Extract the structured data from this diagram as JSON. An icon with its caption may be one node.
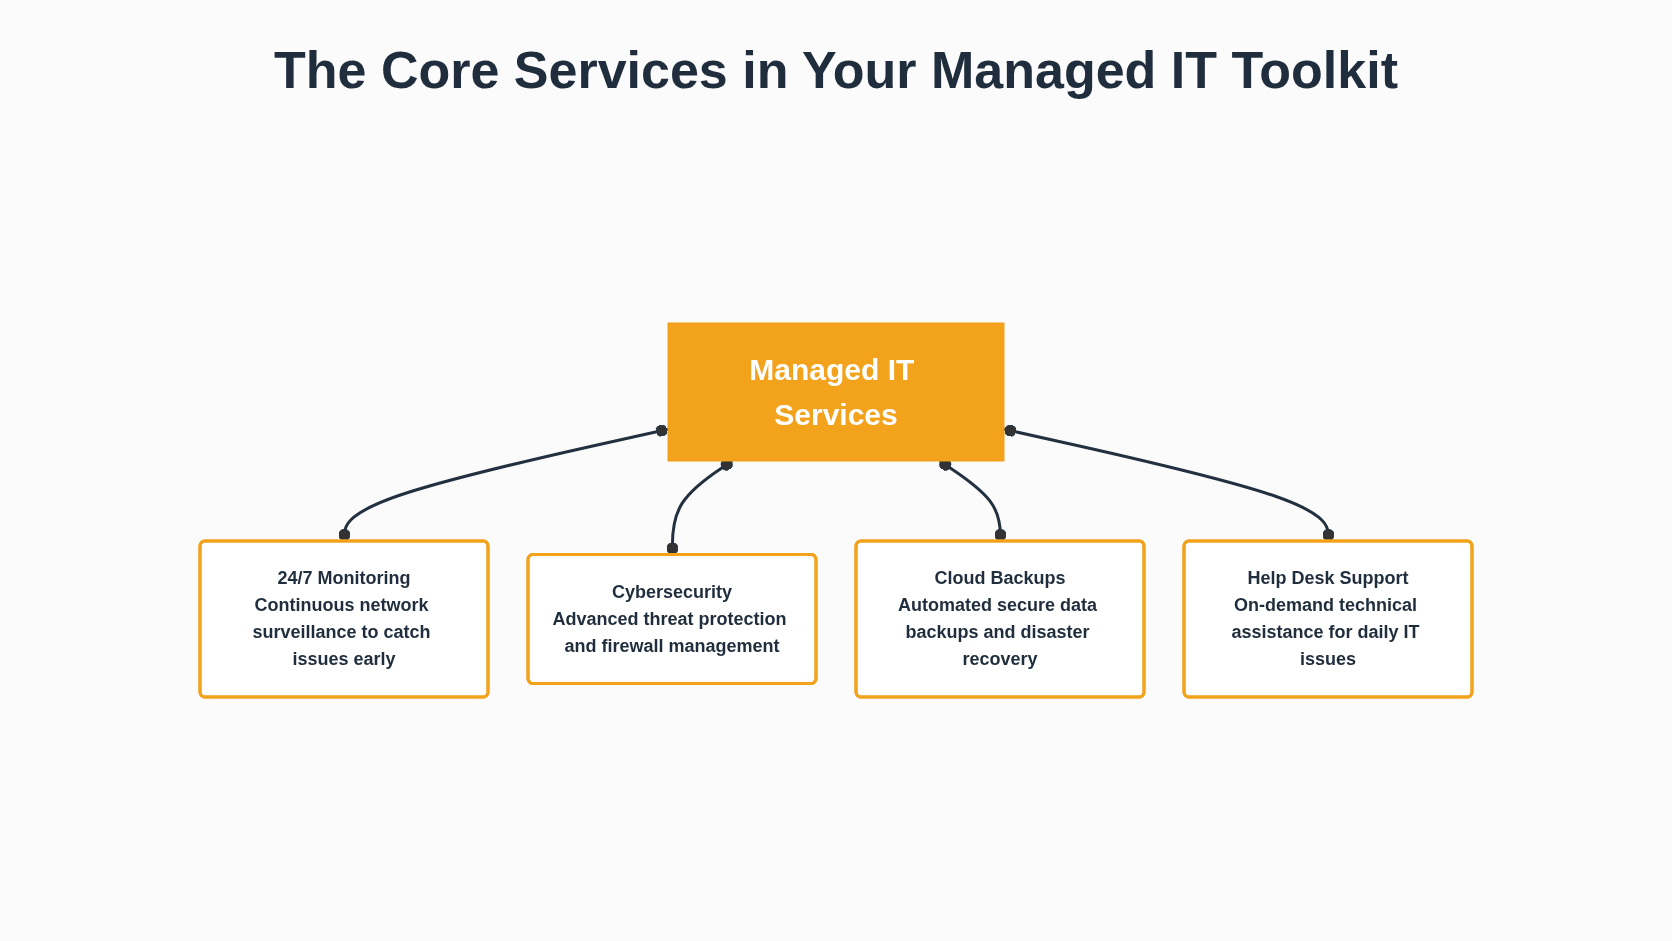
{
  "diagram": {
    "title": "The Core Services in Your Managed IT Toolkit",
    "nodes": [
      {
        "text": [
          "Managed IT Services"
        ]
      },
      {
        "text": [
          "24/7 Monitoring",
          "Continuous network surveillance to catch issues early"
        ]
      },
      {
        "text": [
          "Cybersecurity",
          "Advanced threat protection and firewall management"
        ]
      },
      {
        "text": [
          "Cloud Backups",
          "Automated secure data backups and disaster recovery"
        ]
      },
      {
        "text": [
          "Help Desk Support",
          "On-demand technical assistance for daily IT issues"
        ]
      }
    ],
    "edges": [
      {
        "from": 0,
        "to": 1,
        "arrow": "other"
      },
      {
        "from": 0,
        "to": 2,
        "arrow": "other"
      },
      {
        "from": 0,
        "to": 3,
        "arrow": "other"
      },
      {
        "from": 0,
        "to": 4,
        "arrow": "other"
      }
    ]
  }
}
